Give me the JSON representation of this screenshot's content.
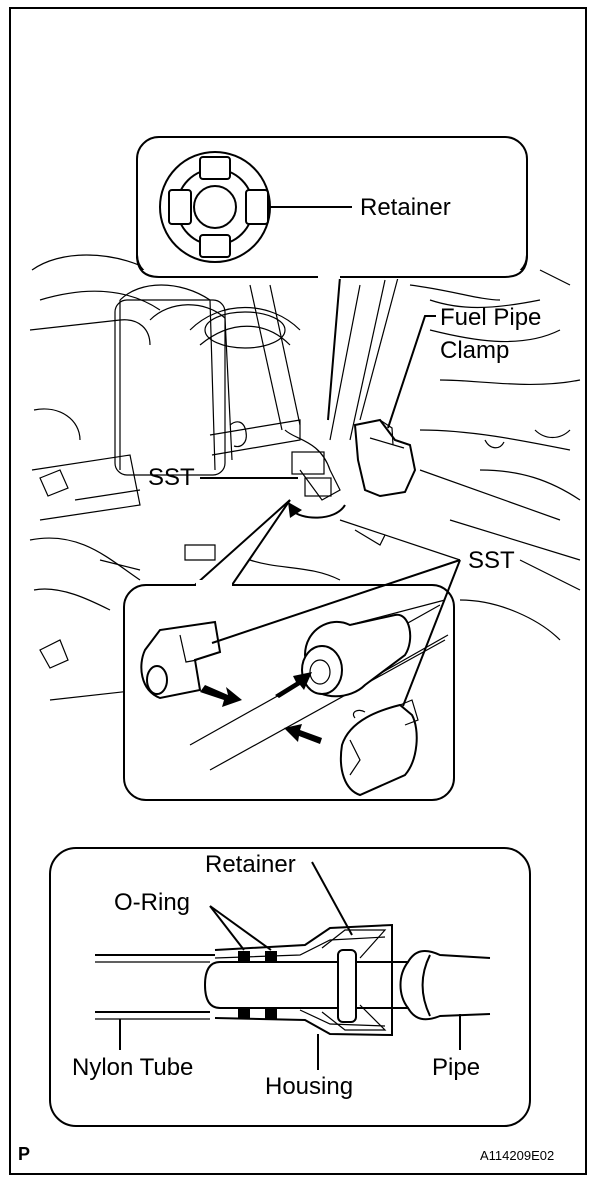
{
  "labels": {
    "retainer_top": "Retainer",
    "fuel_pipe_clamp_line1": "Fuel Pipe",
    "fuel_pipe_clamp_line2": "Clamp",
    "sst_left": "SST",
    "sst_right": "SST",
    "retainer_bottom": "Retainer",
    "o_ring": "O-Ring",
    "nylon_tube": "Nylon Tube",
    "housing": "Housing",
    "pipe": "Pipe",
    "corner_letter": "P",
    "figure_code": "A114209E02"
  }
}
